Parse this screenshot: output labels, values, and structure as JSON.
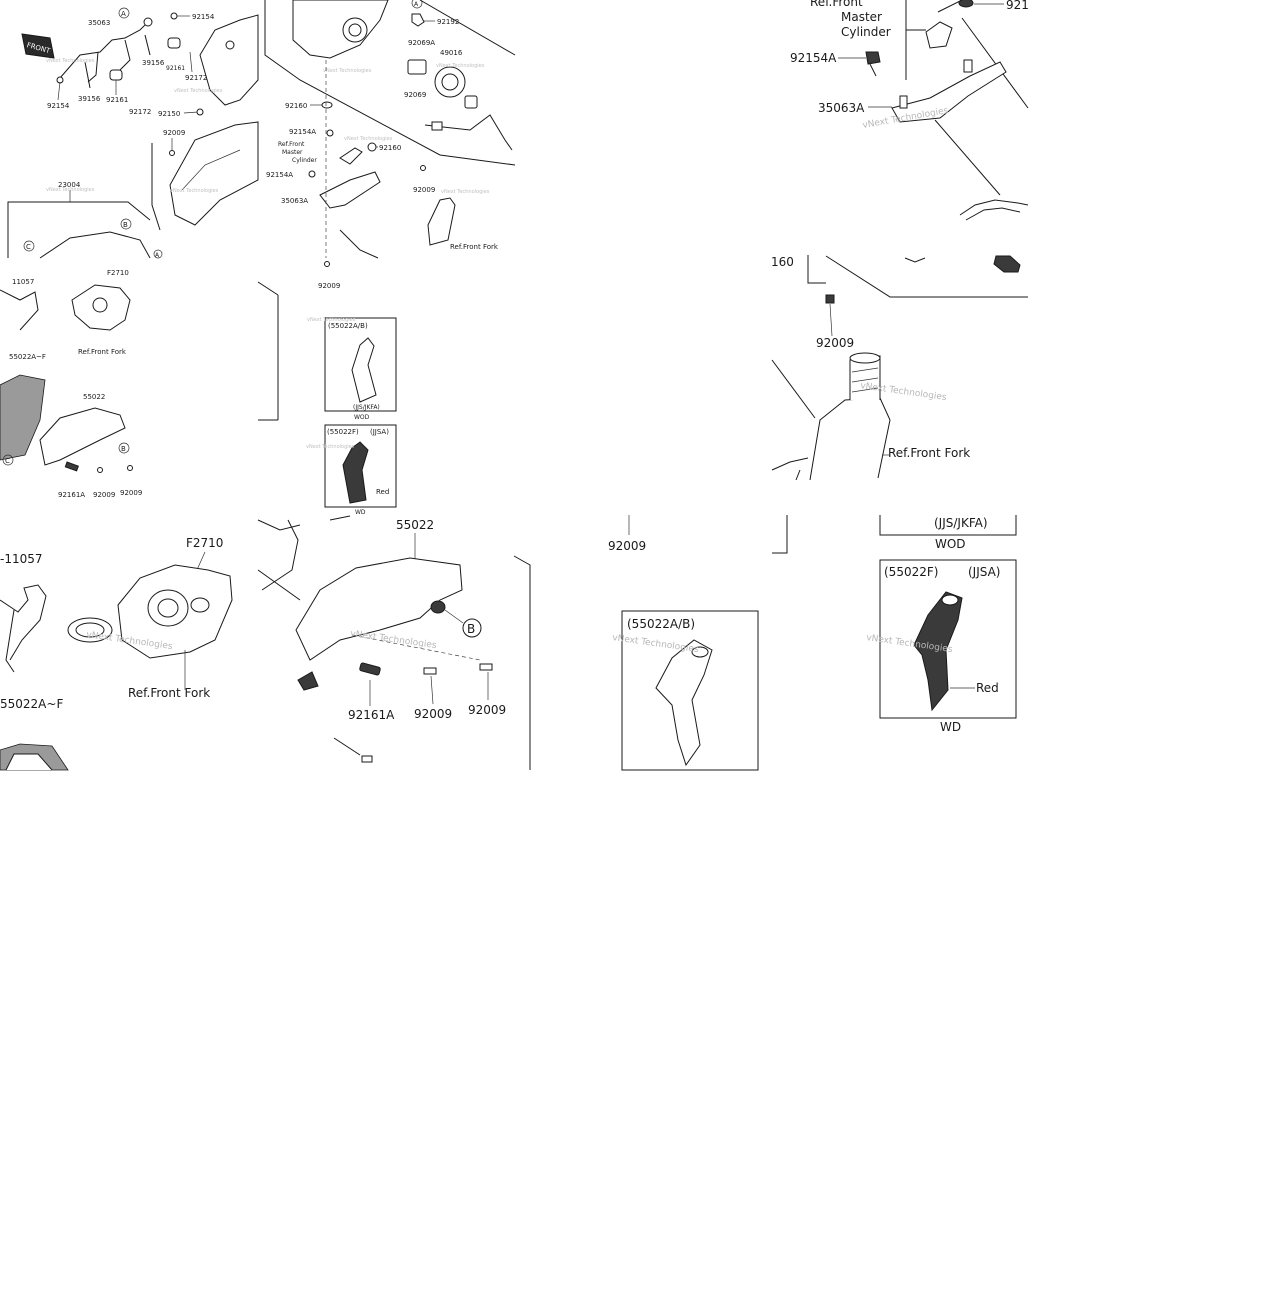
{
  "labels_small": {
    "front_tag": "FRONT",
    "p35063": "35063",
    "pA1": "A",
    "p92154": "92154",
    "p39156a": "39156",
    "p92161a": "92161",
    "p92172a": "92172",
    "p92154b": "92154",
    "p39156b": "39156",
    "p92161b": "92161",
    "p92172b": "92172",
    "p92150": "92150",
    "p92009a": "92009",
    "p23004": "23004",
    "pB1": "B",
    "pC1": "C",
    "pA2": "A",
    "p92192": "92192",
    "pA3": "A",
    "p92069A": "92069A",
    "p49016": "49016",
    "p92069": "92069",
    "p92160a": "92160",
    "p92154A": "92154A",
    "ref_master": "Ref.Front\nMaster\nCylinder",
    "p92160b": "92160",
    "p92154A2": "92154A",
    "p92009b": "92009",
    "p35063A": "35063A",
    "ref_fork1": "Ref.Front Fork",
    "p92009c": "92009",
    "p11057": "11057",
    "pF2710": "F2710",
    "ref_fork2": "Ref.Front Fork",
    "p55022AF": "55022A~F",
    "p55022": "55022",
    "pB2": "B",
    "pC2": "C",
    "p92161A": "92161A",
    "p92009d": "92009",
    "p92009e": "92009",
    "box1_code": "(55022A/B)",
    "box1_variant": "(JJS/JKFA)",
    "box1_color": "WOD",
    "box2_code": "(55022F)",
    "box2_variant": "(JJSA)",
    "box2_color_label": "Red",
    "box2_color": "WD"
  },
  "labels_tr": {
    "ref_master": "Ref.Front\nMaster\nCylinder",
    "p921": "921",
    "p92154A": "92154A",
    "p35063A": "35063A",
    "p160": "160",
    "p92009": "92009",
    "ref_fork": "Ref.Front Fork"
  },
  "labels_bl": {
    "p11057": "-11057",
    "pF2710": "F2710",
    "ref_fork": "Ref.Front Fork",
    "p55022AF": "55022A~F"
  },
  "labels_bc": {
    "p55022": "55022",
    "pB": "B",
    "p92161A": "92161A",
    "p92009a": "92009",
    "p92009b": "92009"
  },
  "labels_br": {
    "p92009": "92009",
    "box1_code": "(55022A/B)",
    "box_top_variant": "(JJS/JKFA)",
    "box_top_color": "WOD",
    "box2_code": "(55022F)",
    "box2_variant": "(JJSA)",
    "box2_color_label": "Red",
    "box2_color": "WD"
  },
  "watermark": "vNext Technologies"
}
